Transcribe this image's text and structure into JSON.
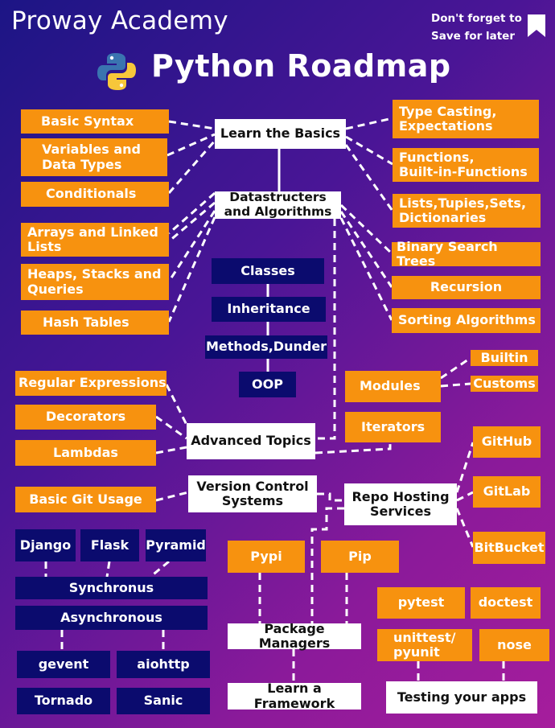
{
  "header": {
    "brand": "Proway Academy",
    "reminder": "Don't forget to\nSave for later",
    "title": "Python Roadmap",
    "icons": [
      "python-logo-icon",
      "bookmark-icon"
    ]
  },
  "nodes": {
    "basics": "Learn the Basics",
    "basic_syntax": "Basic Syntax",
    "variables": "Variables and\nData Types",
    "conditionals": "Conditionals",
    "type_casting": "Type Casting,\nExpectations",
    "functions": "Functions,\nBuilt-in-Functions",
    "lists": "Lists,Tupies,Sets,\nDictionaries",
    "dsa": "Datastructers\nand Algorithms",
    "arrays": "Arrays and Linked\nLists",
    "heaps": "Heaps, Stacks and\nQueries",
    "hash_tables": "Hash Tables",
    "bst": "Binary Search Trees",
    "recursion": "Recursion",
    "sorting": "Sorting  Algorithms",
    "classes": "Classes",
    "inheritance": "Inheritance",
    "methods": "Methods,Dunder",
    "oop": "OOP",
    "regex": "Regular Expressions",
    "decorators": "Decorators",
    "lambdas": "Lambdas",
    "advanced": "Advanced  Topics",
    "modules": "Modules",
    "builtin": "Builtin",
    "customs": "Customs",
    "iterators": "Iterators",
    "git_basic": "Basic Git Usage",
    "vcs": "Version Control\nSystems",
    "repo_hosting": "Repo Hosting\nServices",
    "github": "GitHub",
    "gitlab": "GitLab",
    "bitbucket": "BitBucket",
    "django": "Django",
    "flask": "Flask",
    "pyramid": "Pyramid",
    "synchronus": "Synchronus",
    "asynchronous": "Asynchronous",
    "gevent": "gevent",
    "aiohttp": "aiohttp",
    "tornado": "Tornado",
    "sanic": "Sanic",
    "pypi": "Pypi",
    "pip": "Pip",
    "package_managers": "Package Managers",
    "framework": "Learn a Framework",
    "pytest": "pytest",
    "doctest": "doctest",
    "unittest": "unittest/\npyunit",
    "nose": "nose",
    "testing": "Testing your apps"
  },
  "colors": {
    "orange": "#f7920f",
    "navy": "#0b0b6e",
    "white": "#ffffff",
    "python_blue": "#3a74b0",
    "python_yellow": "#f7c73a"
  }
}
